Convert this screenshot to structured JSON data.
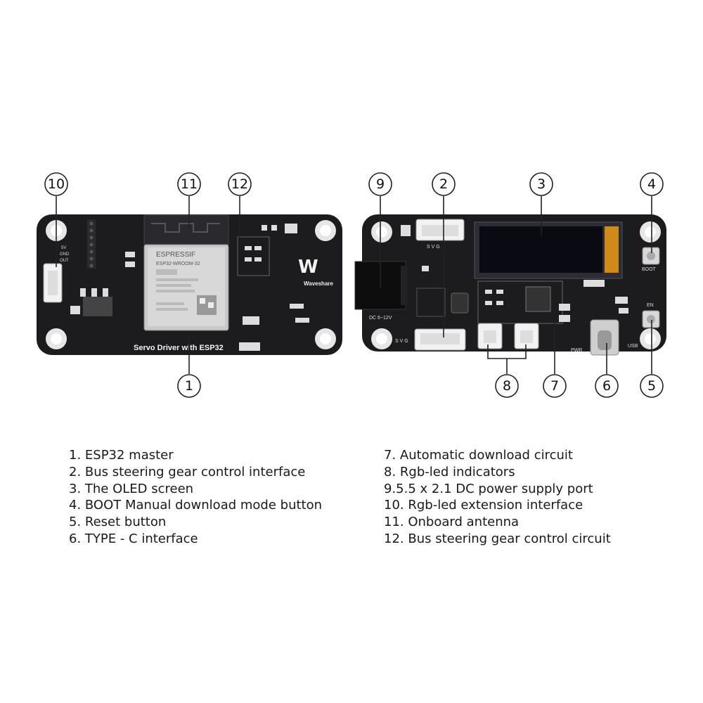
{
  "board_front": {
    "module_brand": "ESPRESSIF",
    "module_model": "ESP32-WROOM-32",
    "logo_text": "Waveshare",
    "board_title": "Servo Driver with ESP32",
    "pin_labels": [
      "5V",
      "GND",
      "OUT"
    ]
  },
  "board_back": {
    "svg_label_top": "S V G",
    "svg_label_bottom": "S V G",
    "dc_label": "DC 6~12V",
    "boot_label": "BOOT",
    "en_label": "EN",
    "pwr_label": "PWR",
    "usb_label": "USB"
  },
  "callouts": [
    "1",
    "2",
    "3",
    "4",
    "5",
    "6",
    "7",
    "8",
    "9",
    "10",
    "11",
    "12"
  ],
  "legend_left": [
    "1. ESP32 master",
    "2. Bus steering gear control interface",
    "3. The OLED screen",
    "4. BOOT Manual download mode button",
    "5. Reset button",
    "6. TYPE - C interface"
  ],
  "legend_right": [
    "7. Automatic download circuit",
    "8. Rgb-led indicators",
    "9.5.5 x 2.1 DC power supply port",
    "10. Rgb-led extension interface",
    "11. Onboard antenna",
    "12. Bus steering gear control circuit"
  ]
}
